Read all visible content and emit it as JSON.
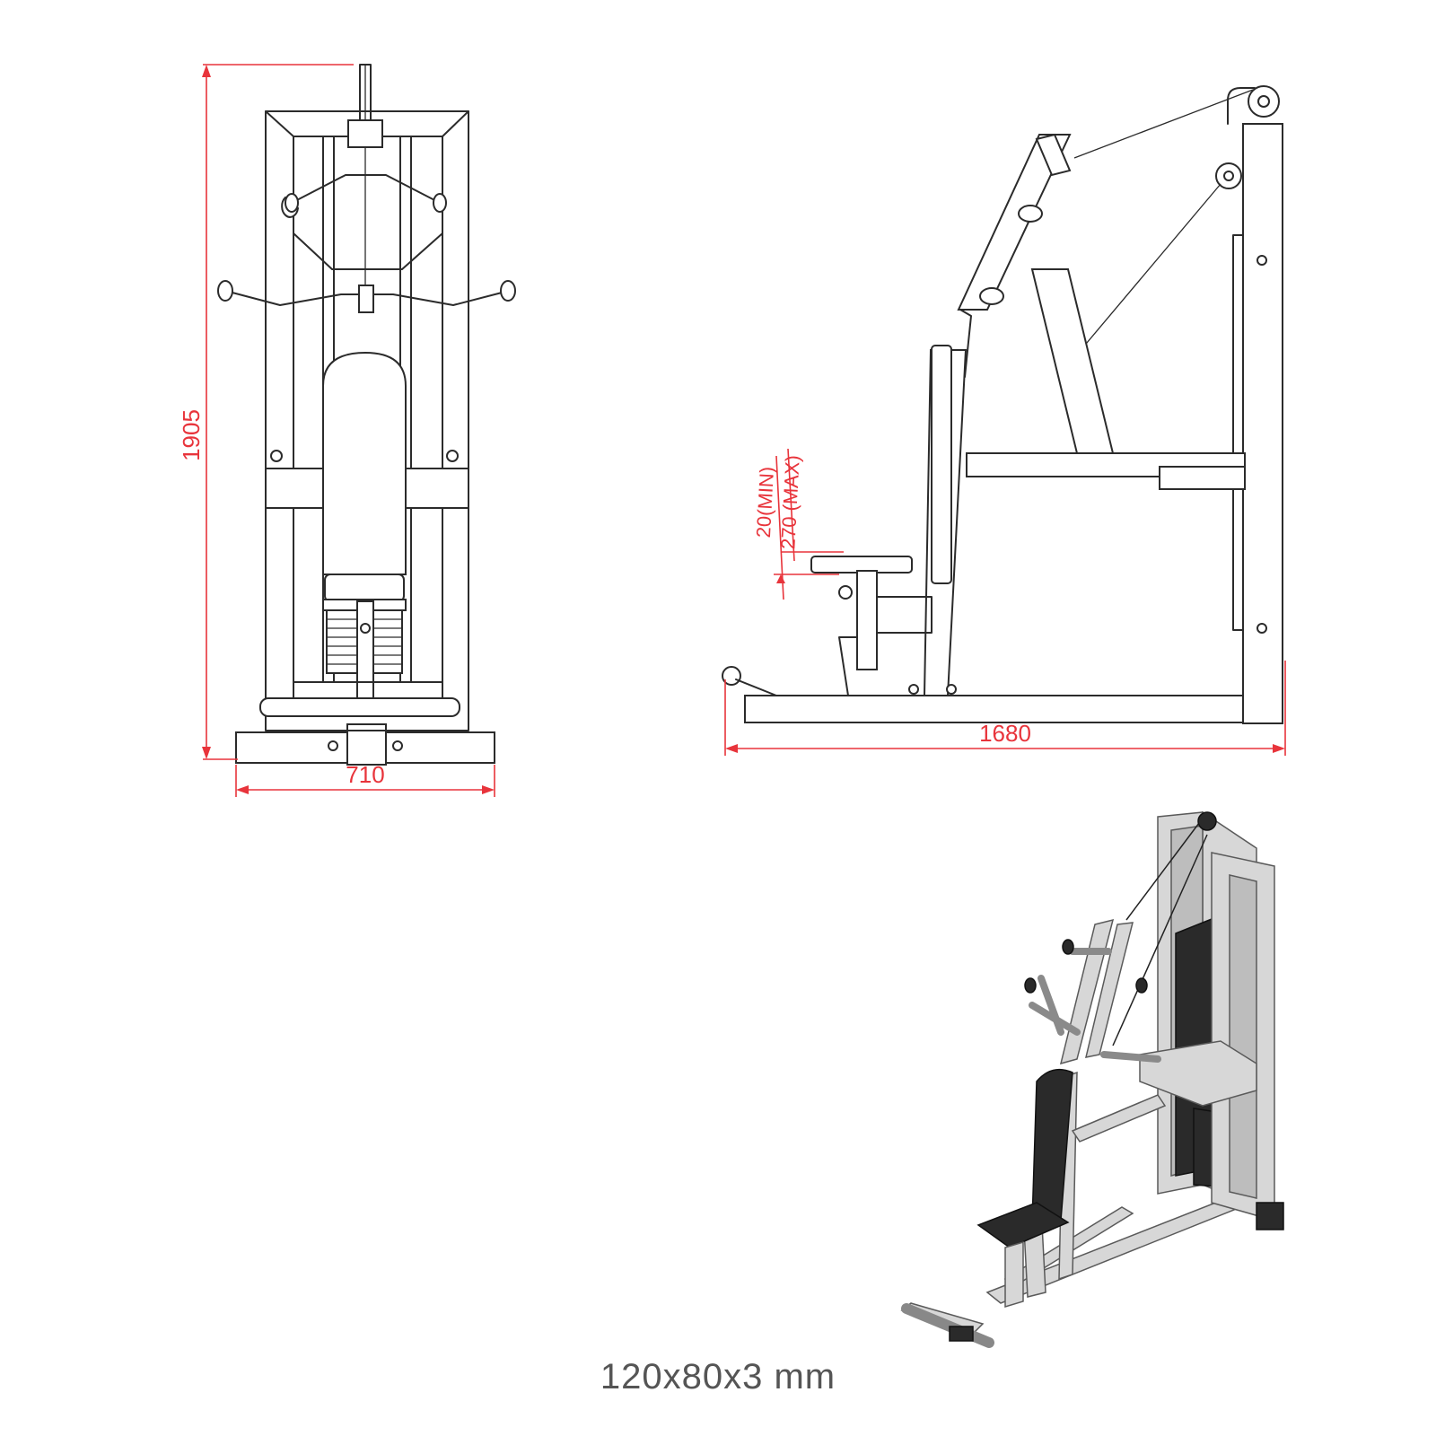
{
  "dimensions": {
    "front_height": "1905",
    "front_width": "710",
    "side_length": "1680",
    "seat_min": "20(MIN)",
    "seat_max": "270 (MAX)"
  },
  "caption": "120x80x3 mm",
  "colors": {
    "dimension": "#e8343b",
    "line": "#2b2b2b",
    "caption": "#555555"
  }
}
